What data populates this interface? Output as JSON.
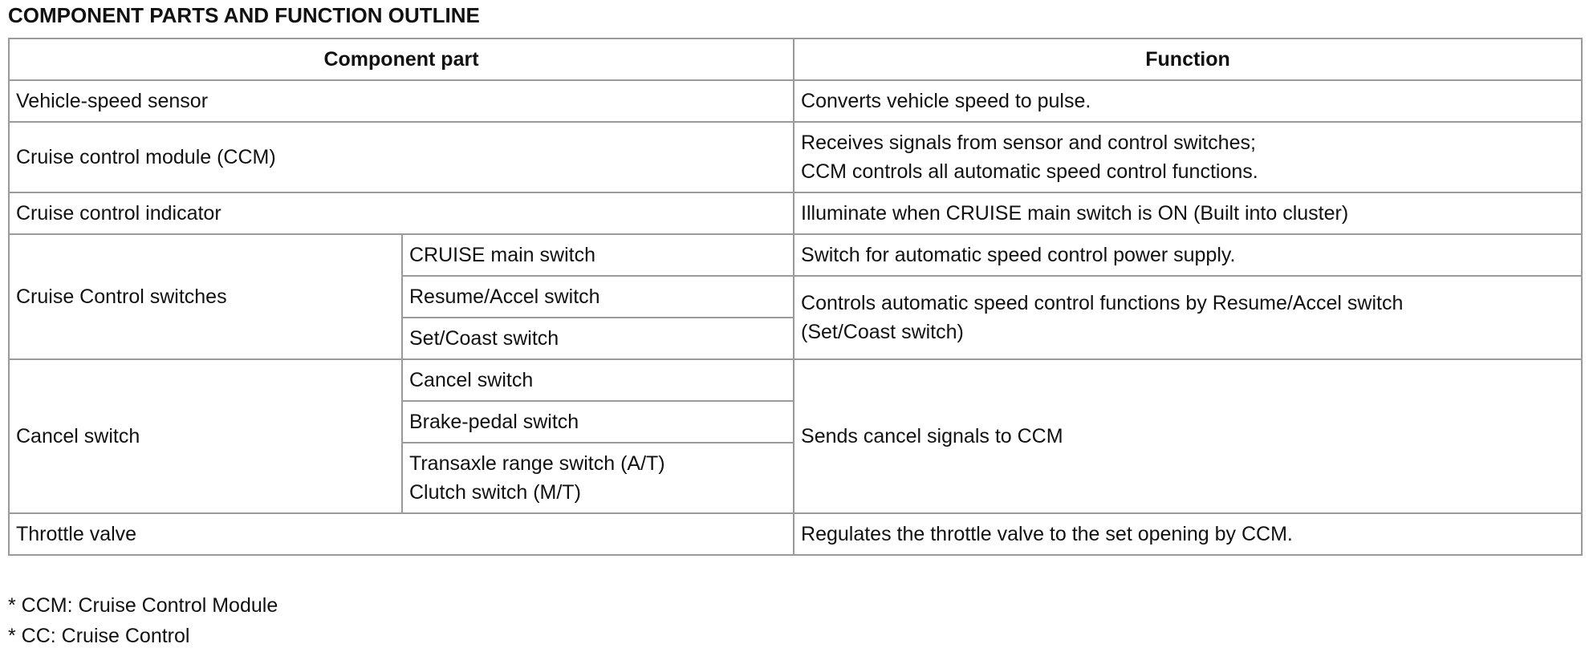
{
  "title": "COMPONENT PARTS AND FUNCTION OUTLINE",
  "table": {
    "headers": {
      "component": "Component part",
      "function": "Function"
    },
    "rows": {
      "vehicle_speed_sensor": {
        "part": "Vehicle-speed sensor",
        "function": "Converts vehicle speed to pulse."
      },
      "ccm": {
        "part": "Cruise control module (CCM)",
        "function": "Receives signals from sensor and control switches;\nCCM controls all automatic speed control functions."
      },
      "indicator": {
        "part": "Cruise control indicator",
        "function": "Illuminate when CRUISE main switch is ON (Built into cluster)"
      },
      "cc_switches": {
        "group": "Cruise Control switches",
        "main_switch": "CRUISE main switch",
        "main_switch_function": "Switch for automatic speed control power supply.",
        "resume_accel": "Resume/Accel switch",
        "set_coast": "Set/Coast switch",
        "resume_set_function": "Controls automatic speed control functions by Resume/Accel switch\n(Set/Coast switch)"
      },
      "cancel": {
        "group": "Cancel switch",
        "cancel_switch": "Cancel switch",
        "brake_pedal": "Brake-pedal switch",
        "transaxle_clutch": "Transaxle range switch (A/T)\nClutch switch (M/T)",
        "function": "Sends cancel signals to CCM"
      },
      "throttle": {
        "part": "Throttle valve",
        "function": "Regulates the throttle valve to the set opening by CCM."
      }
    }
  },
  "footnotes": {
    "ccm": "* CCM: Cruise Control Module",
    "cc": "* CC: Cruise Control"
  }
}
